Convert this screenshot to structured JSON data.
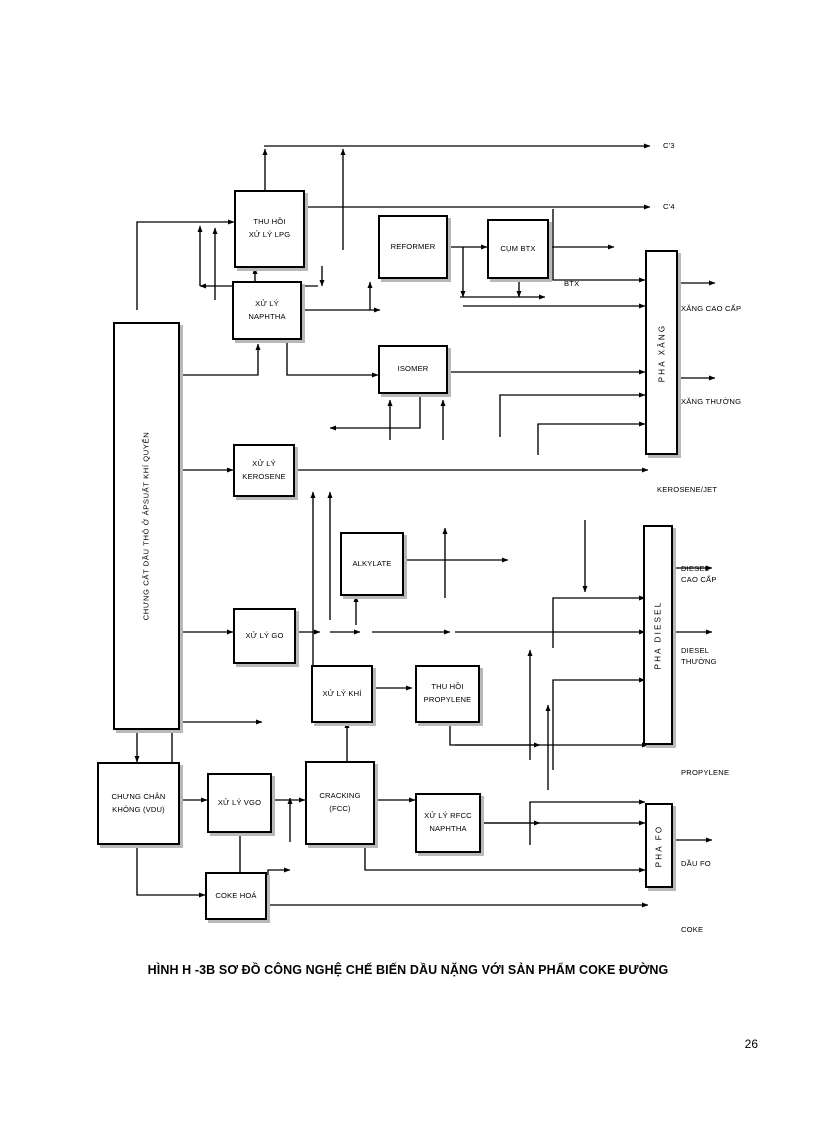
{
  "page": {
    "caption": "HÌNH H -3B SƠ ĐỒ CÔNG NGHỆ CHẾ BIẾN DẦU NẶNG VỚI SẢN PHẨM COKE ĐƯỜNG",
    "folio": "26",
    "ink_color": "#000000",
    "paper_color": "#ffffff"
  },
  "units": {
    "cdu": {
      "line1": "CHƯNG CẤT DẦU THÔ Ở ÁP",
      "line2": "SUẤT KHÍ QUYỂN"
    },
    "lpg": {
      "line1": "THU HỒI",
      "line2": "XỬ LÝ LPG"
    },
    "naphtha": {
      "line1": "XỬ LÝ",
      "line2": "NAPHTHA"
    },
    "reformer": {
      "line1": "REFORMER"
    },
    "btx": {
      "line1": "CỤM BTX"
    },
    "isomer": {
      "line1": "ISOMER"
    },
    "kerosene": {
      "line1": "XỬ LÝ",
      "line2": "KEROSENE"
    },
    "alkylate": {
      "line1": "ALKYLATE"
    },
    "go": {
      "line1": "XỬ LÝ GO"
    },
    "gas": {
      "line1": "XỬ LÝ KHÍ"
    },
    "propylene": {
      "line1": "THU HỒI",
      "line2": "PROPYLENE"
    },
    "vdu": {
      "line1": "CHƯNG CHÂN",
      "line2": "KHÔNG (VDU)"
    },
    "vgo": {
      "line1": "XỬ LÝ VGO"
    },
    "fcc": {
      "line1": "CRACKING",
      "line2": "(FCC)"
    },
    "rfcc": {
      "line1": "XỬ LÝ RFCC",
      "line2": "NAPHTHA"
    },
    "coker": {
      "line1": "COKE HOÁ"
    }
  },
  "blenders": {
    "gasoline": "PHA XĂNG",
    "diesel": "PHA DIESEL",
    "fo": "PHA FO"
  },
  "stream_labels": {
    "c3": "C'3",
    "c4": "C'4",
    "btx": "BTX",
    "gasoline_premium": "XĂNG CAO CẤP",
    "gasoline_regular": "XĂNG THƯỜNG",
    "kerosene_jet": "KEROSENE/JET",
    "diesel_premium_l1": "DIESEL",
    "diesel_premium_l2": "CAO CẤP",
    "diesel_regular_l1": "DIESEL",
    "diesel_regular_l2": "THƯỜNG",
    "propylene": "PROPYLENE",
    "fuel_oil": "DẦU FO",
    "coke": "COKE"
  }
}
